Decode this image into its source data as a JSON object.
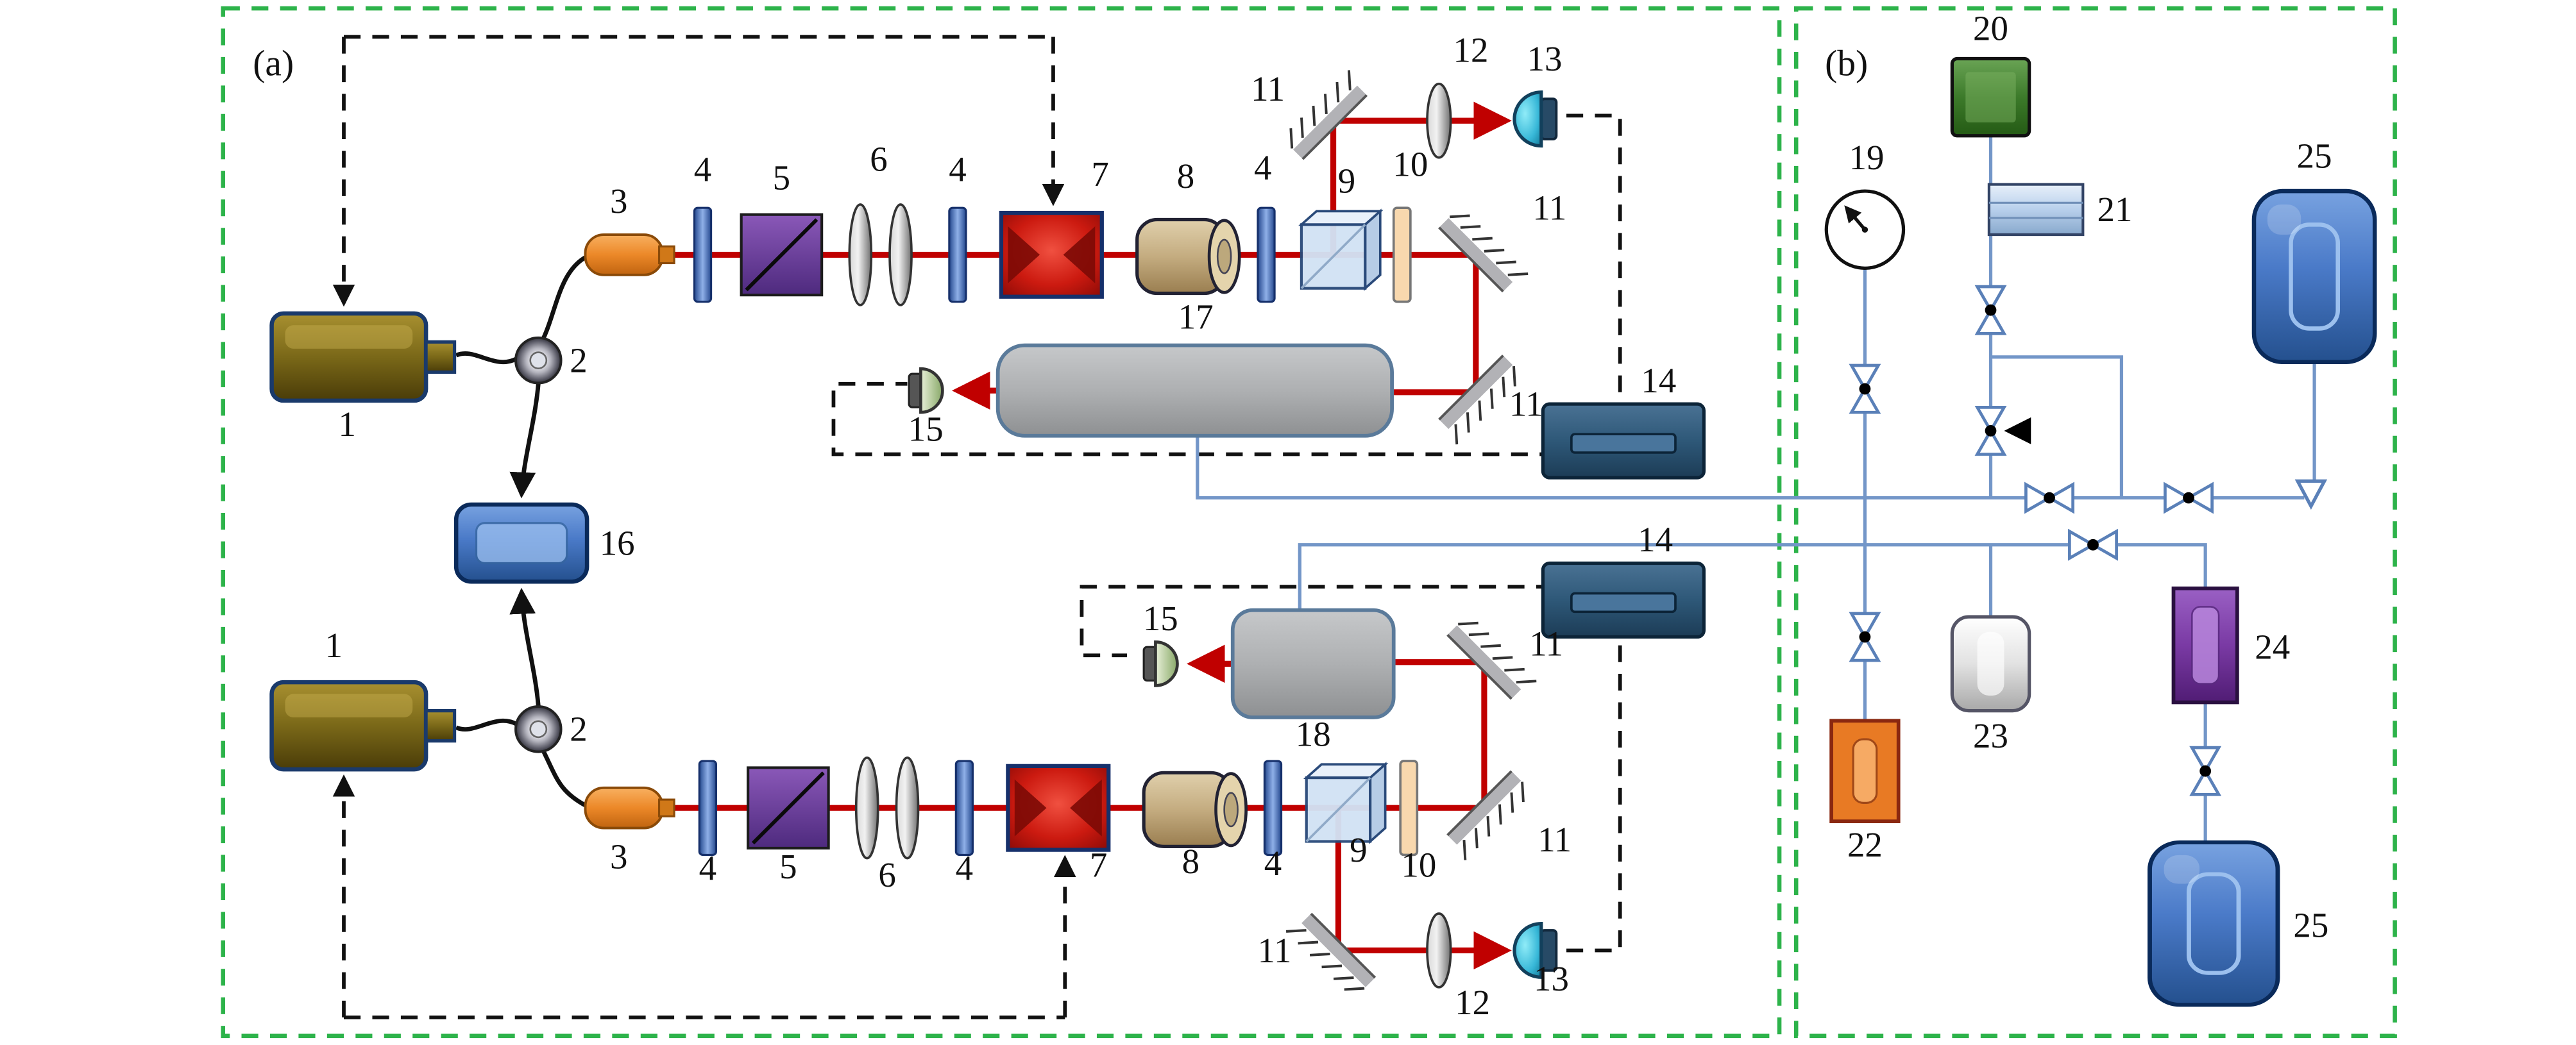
{
  "colors": {
    "border_green": "#2db34a",
    "beam_red": "#c00000",
    "gas_line_blue": "#7396c8",
    "wire_black": "#111111"
  },
  "panel_a": {
    "label": "(a)",
    "top_arm": {
      "laser": "1",
      "coupler": "2",
      "collimator": "3",
      "plate_a": "4",
      "polarizer": "5",
      "lens_pair": "6",
      "plate_b": "4",
      "cell": "7",
      "tube": "8",
      "plate_c": "4",
      "cube": "9",
      "filter": "10",
      "pickoff_mirror": "11",
      "pickoff_lens": "12",
      "detector": "13",
      "fold_mirror": "11",
      "return_mirror": "11",
      "reference_cell": "17",
      "photodiode": "15",
      "module": "14"
    },
    "bottom_arm": {
      "laser": "1",
      "coupler": "2",
      "collimator": "3",
      "plate_a": "4",
      "polarizer": "5",
      "lens_pair": "6",
      "plate_b": "4",
      "cell": "7",
      "tube": "8",
      "plate_c": "4",
      "cube": "9",
      "filter": "10",
      "pickoff_mirror": "11",
      "pickoff_lens": "12",
      "detector": "13",
      "fold_mirror": "11",
      "return_mirror": "11",
      "reference_cell": "18",
      "photodiode": "15",
      "module": "14"
    },
    "combiner": "16"
  },
  "panel_b": {
    "label": "(b)",
    "gauge": "19",
    "box_20": "20",
    "box_21": "21",
    "box_22": "22",
    "box_23": "23",
    "box_24": "24",
    "tank_upper": "25",
    "tank_lower": "25"
  }
}
